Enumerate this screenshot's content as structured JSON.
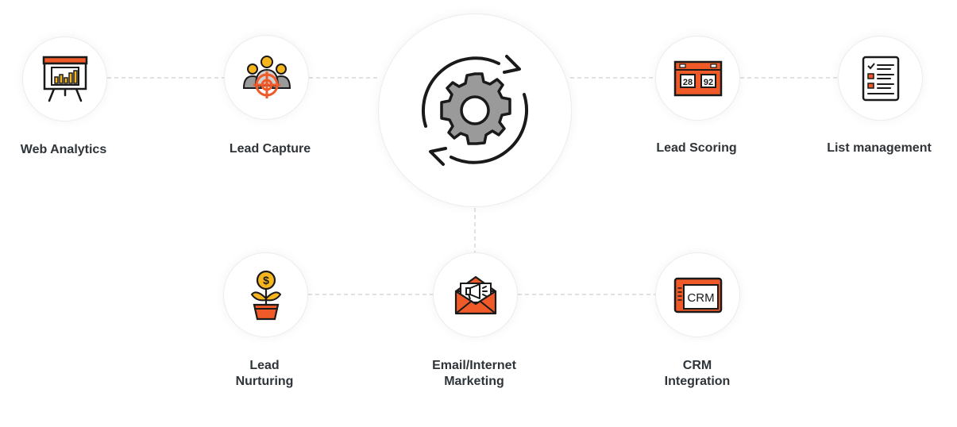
{
  "palette": {
    "orange": "#f05a28",
    "amber": "#f6b51e",
    "gray": "#9a9a9a",
    "outline": "#1a1a1a",
    "connector": "#d7d7d7",
    "text": "#2f3438"
  },
  "center": {
    "icon": "gear-sync-icon"
  },
  "nodes": [
    {
      "id": "web-analytics",
      "label": "Web Analytics",
      "icon": "presentation-chart-icon"
    },
    {
      "id": "lead-capture",
      "label": "Lead Capture",
      "icon": "target-people-icon"
    },
    {
      "id": "lead-scoring",
      "label": "Lead Scoring",
      "icon": "scoreboard-icon"
    },
    {
      "id": "list-management",
      "label": "List management",
      "icon": "checklist-icon"
    },
    {
      "id": "lead-nurturing",
      "label": "Lead\nNurturing",
      "icon": "money-plant-icon"
    },
    {
      "id": "email-marketing",
      "label": "Email/Internet\nMarketing",
      "icon": "envelope-megaphone-icon"
    },
    {
      "id": "crm-integration",
      "label": "CRM\nIntegration",
      "icon": "crm-window-icon"
    }
  ],
  "icon_text": {
    "score_left": "28",
    "score_right": "92",
    "crm": "CRM"
  }
}
